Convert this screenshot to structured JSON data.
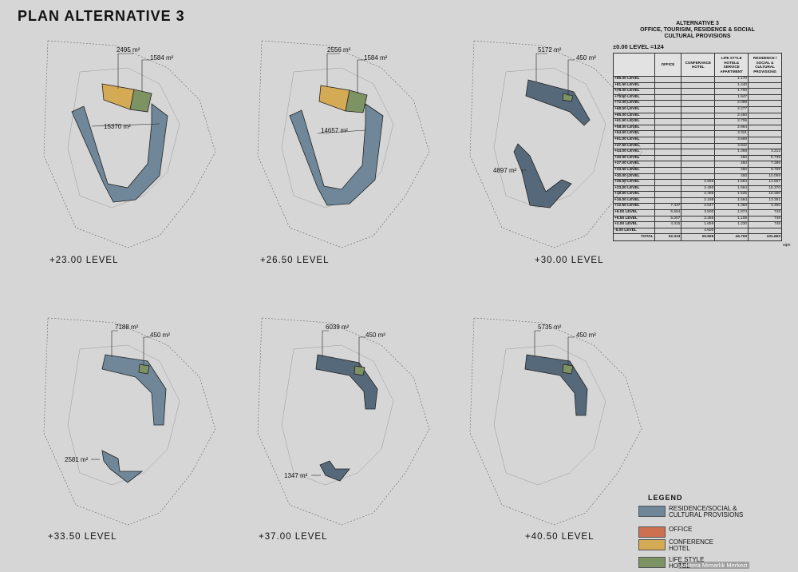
{
  "page_title": "PLAN ALTERNATIVE 3",
  "colors": {
    "residence": "#6f8799",
    "office": "#cc7050",
    "conference": "#d5aa55",
    "lifestyle": "#7e9364",
    "background": "#d6d6d6"
  },
  "panels": [
    {
      "level": "+23.00  LEVEL",
      "labels": [
        "2495 m²",
        "1584 m²",
        "15370 m²"
      ]
    },
    {
      "level": "+26.50  LEVEL",
      "labels": [
        "2556 m²",
        "1584 m²",
        "14657 m²"
      ]
    },
    {
      "level": "+30.00  LEVEL",
      "labels": [
        "5172 m²",
        "450 m²",
        "4897 m²"
      ]
    },
    {
      "level": "+33.50  LEVEL",
      "labels": [
        "7188 m²",
        "450 m²",
        "2581 m²"
      ]
    },
    {
      "level": "+37.00  LEVEL",
      "labels": [
        "6039 m²",
        "450 m²",
        "1347 m²"
      ]
    },
    {
      "level": "+40.50  LEVEL",
      "labels": [
        "5735 m²",
        "450 m²"
      ]
    }
  ],
  "table": {
    "heading_lines": [
      "ALTERNATIVE 3",
      "OFFICE, TOURISIM, RESIDENCE & SOCIAL",
      "CULTURAL PROVISIONS"
    ],
    "zero_level": "±0.00 LEVEL =124",
    "columns": [
      "",
      "OFFICE",
      "CONFERANCE HOTEL",
      "LIFE STYLE HOTEL& SERVICE APARTMENT",
      "RESIDENCE / SOCIAL & CULTURAL PROVISIONS"
    ],
    "rows": [
      [
        "+85.00 LEVEL",
        "",
        "",
        "1.170",
        ""
      ],
      [
        "+81.50 LEVEL",
        "",
        "",
        "1.440",
        ""
      ],
      [
        "+78.00 LEVEL",
        "",
        "",
        "1.700",
        ""
      ],
      [
        "+75.50 LEVEL",
        "",
        "",
        "1.947",
        ""
      ],
      [
        "+72.00 LEVEL",
        "",
        "",
        "2.099",
        ""
      ],
      [
        "+68.50 LEVEL",
        "",
        "",
        "2.277",
        ""
      ],
      [
        "+65.00 LEVEL",
        "",
        "",
        "2.450",
        ""
      ],
      [
        "+61.50 LEVEL",
        "",
        "",
        "2.706",
        ""
      ],
      [
        "+58.00 LEVEL",
        "",
        "",
        "2.964",
        ""
      ],
      [
        "+54.50 LEVEL",
        "",
        "",
        "3.321",
        ""
      ],
      [
        "+51.00 LEVEL",
        "",
        "",
        "3.689",
        ""
      ],
      [
        "+47.50 LEVEL",
        "",
        "",
        "3.942",
        ""
      ],
      [
        "+44.00 LEVEL",
        "",
        "",
        "1.358",
        "3.212"
      ],
      [
        "+40.50 LEVEL",
        "",
        "",
        "450",
        "5.735"
      ],
      [
        "+37.00 LEVEL",
        "",
        "",
        "450",
        "7.386"
      ],
      [
        "+33.50 LEVEL",
        "",
        "",
        "450",
        "9.769"
      ],
      [
        "+30.00 LEVEL",
        "",
        "",
        "450",
        "10.069"
      ],
      [
        "+26.50 LEVEL",
        "",
        "2.556",
        "1.584",
        "14.657"
      ],
      [
        "+23.00 LEVEL",
        "",
        "2.495",
        "1.584",
        "15.370"
      ],
      [
        "+19.50 LEVEL",
        "",
        "2.495",
        "1.525",
        "16.380"
      ],
      [
        "+16.00 LEVEL",
        "",
        "2.198",
        "1.584",
        "13.381"
      ],
      [
        "+12.50 LEVEL",
        "7.437",
        "2.647",
        "1.350",
        "3.450"
      ],
      [
        "+9.00 LEVEL",
        "5.554",
        "3.500",
        "1.874",
        "748"
      ],
      [
        "+5.50 LEVEL",
        "5.007",
        "3.455",
        "1.106",
        "748"
      ],
      [
        "+2.00 LEVEL",
        "4.315",
        "1.659",
        "1.230",
        "748"
      ],
      [
        "-6.00 LEVEL",
        "",
        "4.500",
        "",
        ""
      ]
    ],
    "total": [
      "TOTAL",
      "22.313",
      "25.505",
      "44.700",
      "101.653"
    ],
    "unit": "sqm"
  },
  "legend": {
    "title": "LEGEND",
    "items": [
      {
        "key": "residence",
        "lines": [
          "RESIDENCE/SOCIAL &",
          "CULTURAL PROVISIONS"
        ]
      },
      {
        "key": "office",
        "lines": [
          "OFFICE"
        ]
      },
      {
        "key": "conference",
        "lines": [
          "CONFERENCE",
          "HOTEL"
        ]
      },
      {
        "key": "lifestyle",
        "lines": [
          "LIFE STYLE",
          "HOTEL"
        ]
      }
    ]
  },
  "watermark": "Arkitera Mimarlık Merkezi"
}
